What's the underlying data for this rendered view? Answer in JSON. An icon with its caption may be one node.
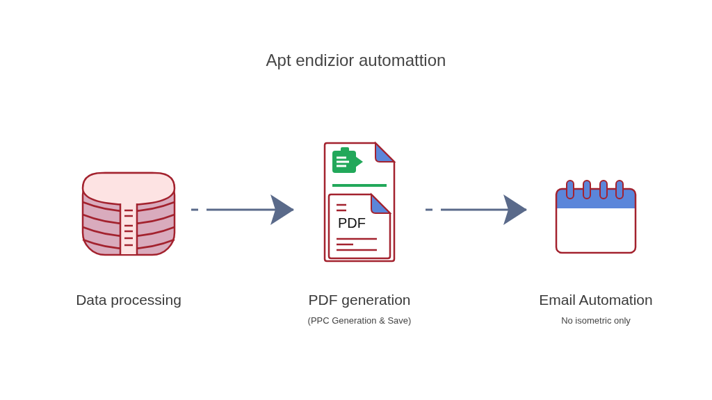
{
  "diagram": {
    "title": "Apt endizior automattion",
    "nodes": [
      {
        "text": [
          "Data processing"
        ]
      },
      {
        "text": [
          "PDF generation"
        ]
      },
      {
        "text": [
          "Email Automation"
        ]
      }
    ],
    "edges": [
      {
        "from": 0,
        "to": 1,
        "arrow": "to",
        "style": "dashed"
      },
      {
        "from": 1,
        "to": 2,
        "arrow": "to",
        "style": "dashed"
      }
    ],
    "labels": [
      "PDF",
      "(PPC Generation & Save)",
      "No isometric only"
    ]
  }
}
